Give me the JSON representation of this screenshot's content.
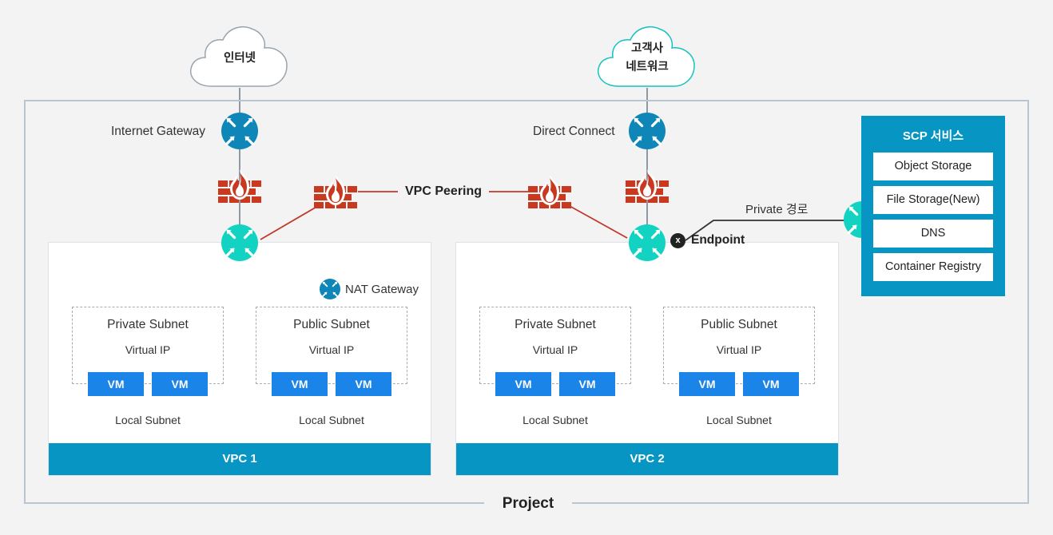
{
  "clouds": {
    "internet": "인터넷",
    "customer_network": [
      "고객사",
      "네트워크"
    ]
  },
  "labels": {
    "internet_gateway": "Internet Gateway",
    "direct_connect": "Direct Connect",
    "vpc_peering": "VPC Peering",
    "nat_gateway": "NAT Gateway",
    "endpoint": "Endpoint",
    "endpoint_marker": "x",
    "private_route": "Private 경로",
    "project": "Project"
  },
  "vpcs": [
    {
      "name": "VPC 1",
      "subnets": [
        {
          "title": "Private Subnet",
          "virtual_ip": "Virtual IP",
          "vms": [
            "VM",
            "VM"
          ],
          "local": "Local Subnet"
        },
        {
          "title": "Public Subnet",
          "virtual_ip": "Virtual IP",
          "vms": [
            "VM",
            "VM"
          ],
          "local": "Local Subnet"
        }
      ]
    },
    {
      "name": "VPC 2",
      "subnets": [
        {
          "title": "Private Subnet",
          "virtual_ip": "Virtual IP",
          "vms": [
            "VM",
            "VM"
          ],
          "local": "Local Subnet"
        },
        {
          "title": "Public Subnet",
          "virtual_ip": "Virtual IP",
          "vms": [
            "VM",
            "VM"
          ],
          "local": "Local Subnet"
        }
      ]
    }
  ],
  "scp_services": {
    "title": "SCP 서비스",
    "items": [
      "Object Storage",
      "File Storage(New)",
      "DNS",
      "Container Registry"
    ]
  },
  "colors": {
    "accent_blue": "#0795c3",
    "router_dark": "#0e86b8",
    "router_teal": "#12d3c1",
    "vm_blue": "#1b84e8",
    "firewall_red": "#c8391f",
    "peering_line": "#c0392b"
  },
  "icons": {
    "router": "router-icon",
    "firewall": "firewall-icon",
    "cloud": "cloud-icon"
  }
}
